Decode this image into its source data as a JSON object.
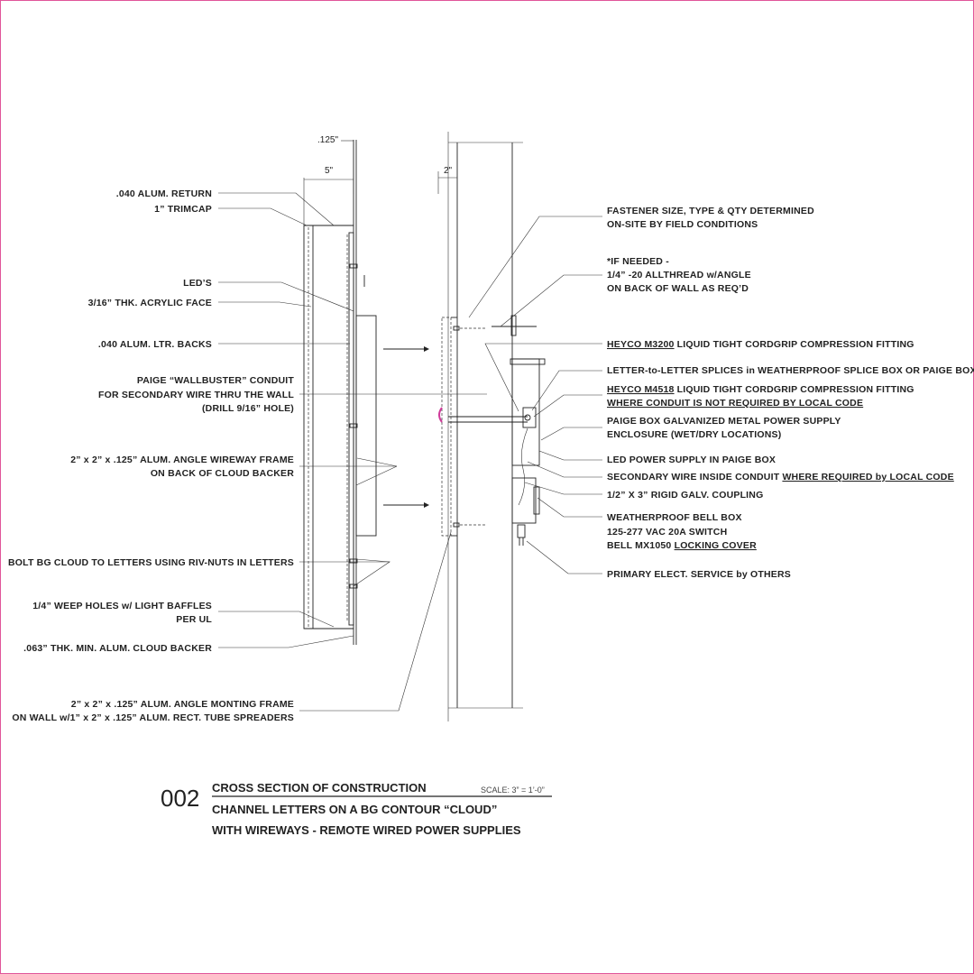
{
  "dimensions": {
    "d125": ".125\"",
    "d5": "5\"",
    "d2": "2\""
  },
  "left_labels": [
    ".040 ALUM. RETURN",
    "1” TRIMCAP",
    "LED’S",
    "3/16” THK. ACRYLIC FACE",
    ".040 ALUM. LTR. BACKS",
    "PAIGE “WALLBUSTER” CONDUIT",
    "FOR SECONDARY WIRE THRU THE WALL",
    "(DRILL 9/16” HOLE)",
    "2” x 2” x .125” ALUM. ANGLE WIREWAY FRAME",
    "ON BACK OF CLOUD BACKER",
    "BOLT BG CLOUD TO LETTERS USING RIV-NUTS IN LETTERS",
    "1/4” WEEP HOLES w/ LIGHT BAFFLES",
    "PER UL",
    ".063” THK. MIN. ALUM. CLOUD BACKER",
    "2” x 2” x .125” ALUM. ANGLE MONTING FRAME",
    "ON WALL w/1” x 2” x .125” ALUM. RECT. TUBE SPREADERS"
  ],
  "right_labels": {
    "fastener_1": "FASTENER SIZE, TYPE & QTY DETERMINED",
    "fastener_2": "ON-SITE BY FIELD CONDITIONS",
    "ifneeded_1": "*IF NEEDED -",
    "ifneeded_2": "1/4” -20 ALLTHREAD w/ANGLE",
    "ifneeded_3": "ON BACK OF WALL AS REQ’D",
    "heyco3200_a": "HEYCO M3200",
    "heyco3200_b": " LIQUID TIGHT CORDGRIP COMPRESSION FITTING",
    "splices": "LETTER-to-LETTER SPLICES in WEATHERPROOF SPLICE BOX OR PAIGE BOX",
    "heyco4518_a": "HEYCO M4518",
    "heyco4518_b": " LIQUID TIGHT CORDGRIP COMPRESSION FITTING",
    "heyco4518_c": "WHERE CONDUIT IS NOT REQUIRED BY LOCAL CODE",
    "paige_1": "PAIGE BOX GALVANIZED METAL POWER SUPPLY",
    "paige_2": "ENCLOSURE (WET/DRY LOCATIONS)",
    "led_ps": "LED POWER SUPPLY IN PAIGE BOX",
    "secondary_a": "SECONDARY WIRE INSIDE CONDUIT ",
    "secondary_b": "WHERE REQUIRED by LOCAL CODE",
    "coupling": "1/2” X 3” RIGID GALV. COUPLING",
    "bell_1": "WEATHERPROOF BELL BOX",
    "bell_2": "125-277 VAC 20A SWITCH",
    "bell_3a": "BELL MX1050 ",
    "bell_3b": "LOCKING COVER",
    "primary": "PRIMARY ELECT. SERVICE by OTHERS"
  },
  "title_block": {
    "number": "002",
    "line1": "CROSS SECTION OF CONSTRUCTION",
    "scale": "SCALE: 3” = 1’-0”",
    "line2": "CHANNEL LETTERS ON A BG CONTOUR “CLOUD”",
    "line3": "WITH WIREWAYS - REMOTE WIRED POWER SUPPLIES"
  }
}
